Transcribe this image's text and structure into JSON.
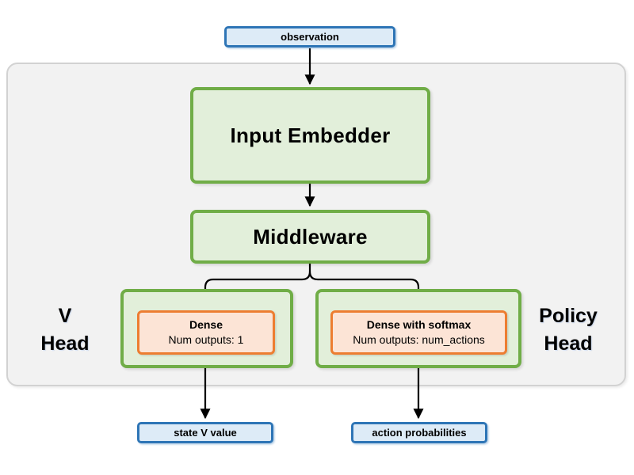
{
  "diagram": {
    "nodes": {
      "observation": {
        "label": "observation"
      },
      "input_embedder": {
        "label": "Input Embedder"
      },
      "middleware": {
        "label": "Middleware"
      },
      "v_head": {
        "label_line1": "V",
        "label_line2": "Head",
        "dense": {
          "title": "Dense",
          "subtitle": "Num outputs: 1"
        }
      },
      "policy_head": {
        "label_line1": "Policy",
        "label_line2": "Head",
        "dense": {
          "title": "Dense with softmax",
          "subtitle": "Num outputs: num_actions"
        }
      },
      "state_v_value": {
        "label": "state V value"
      },
      "action_probabilities": {
        "label": "action probabilities"
      }
    },
    "colors": {
      "blue_border": "#2e75b6",
      "blue_fill": "#ddebf7",
      "green_border": "#70ad47",
      "green_fill": "#e2efda",
      "orange_border": "#ed7d31",
      "orange_fill": "#fce4d6",
      "container_fill": "#f2f2f2",
      "container_border": "#d2d2d2",
      "arrow": "#000000"
    }
  }
}
